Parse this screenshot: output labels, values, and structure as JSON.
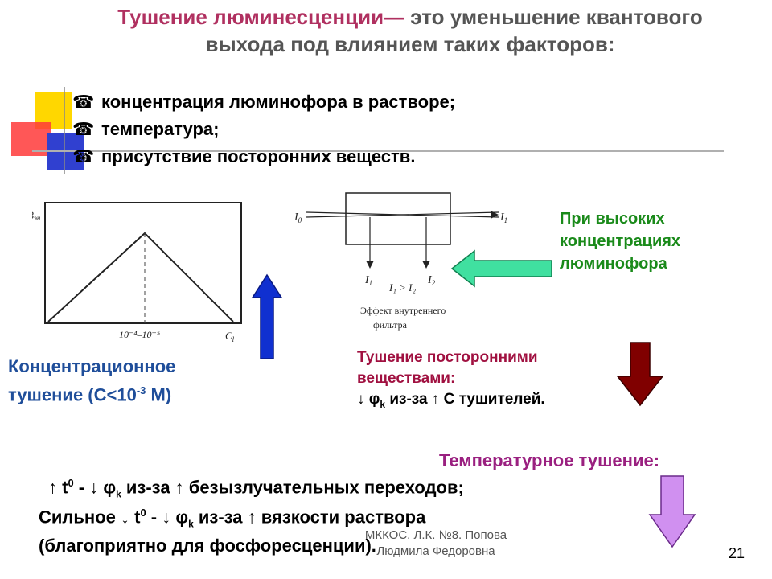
{
  "title": {
    "lead": "Тушение люминесценции—",
    "rest": " это уменьшение квантового выхода под влиянием таких факторов:"
  },
  "bullets": [
    {
      "icon": "telephone-icon",
      "glyph": "☎",
      "text": "концентрация люминофора в растворе;"
    },
    {
      "icon": "telephone-icon",
      "glyph": "☎",
      "text": "температура;"
    },
    {
      "icon": "telephone-icon",
      "glyph": "☎",
      "text": "присутствие  посторонних веществ."
    }
  ],
  "chart": {
    "y_label": "B",
    "y_sub": "эн",
    "x_label": "C",
    "x_sub": "l",
    "peak_label": "10⁻⁴–10⁻⁵"
  },
  "cell_diagram": {
    "i0": "I",
    "i0_sub": "0",
    "i1_out": "I",
    "i1_out_sub": "1",
    "i1": "I",
    "i1_sub": "1",
    "i2": "I",
    "i2_sub": "2",
    "relation": "I₁ > I₂",
    "caption_line1": "Эффект   внутреннего",
    "caption_line2": "фильтра"
  },
  "labels": {
    "high_conc": "При высоких концентрациях люминофора",
    "conc_quench_1": "Концентрационное",
    "conc_quench_2": "тушение (C<10",
    "conc_quench_exp": "-3",
    "conc_quench_3": " M)",
    "foreign_1": "Тушение посторонними",
    "foreign_2": "веществами:",
    "foreign_3a": "↓ φ",
    "foreign_3sub": "k",
    "foreign_3b": " из-за ↑ С тушителей.",
    "temp_title": "Температурное тушение:"
  },
  "temp_lines": {
    "l1a": "↑ t",
    "l1sup": "0",
    "l1b": " - ↓ φ",
    "l1sub": "k",
    "l1c": " из-за ↑ безызлучательных переходов;",
    "l2a": "Сильное ↓ t",
    "l2sup": "0",
    "l2b": " - ↓ φ",
    "l2sub": "k",
    "l2c": " из-за ↑ вязкости раствора",
    "l3": "(благоприятно для фосфоресценции)."
  },
  "footer": {
    "line1": "МККОС. Л.К. №8. Попова",
    "line2": "Людмила Федоровна",
    "page": "21"
  },
  "colors": {
    "title_accent": "#b03060",
    "green": "#1a8a1a",
    "blue": "#1f4e9a",
    "red_label": "#a01040",
    "purple": "#9a2080",
    "arrow_blue": "#1030d0",
    "arrow_green": "#40e0a0",
    "arrow_darkred": "#800000",
    "arrow_violet": "#d090f0"
  }
}
